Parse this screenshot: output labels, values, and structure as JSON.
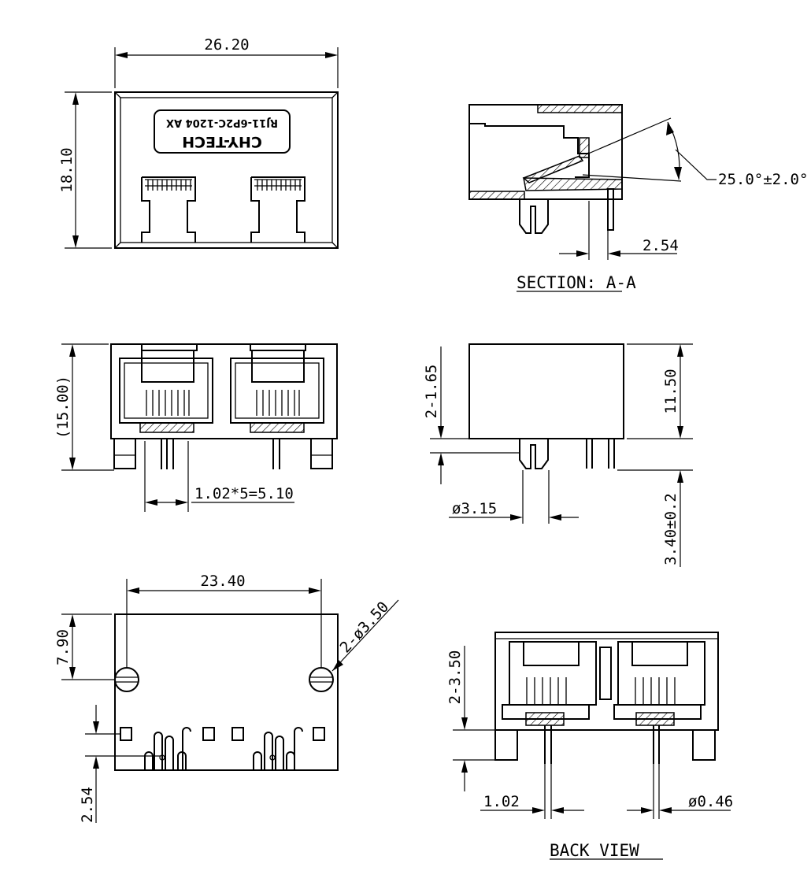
{
  "dimensions": {
    "top_width": "26.20",
    "top_height": "18.10",
    "angle": "25.0°±2.0°",
    "section_pitch": "2.54",
    "front_height": "(15.00)",
    "pin_pitch": "1.02*5=5.10",
    "side_pin_len": "2-1.65",
    "side_height": "11.50",
    "post_dia": "ø3.15",
    "pin_len": "3.40±0.2",
    "bottom_width": "23.40",
    "bottom_offset": "7.90",
    "hole_dia": "2-ø3.50",
    "bottom_pitch": "2.54",
    "back_height": "2-3.50",
    "back_pitch": "1.02",
    "back_pin_dia": "ø0.46"
  },
  "labels": {
    "section": "SECTION: A-A",
    "back_view": "BACK  VIEW",
    "logo_brand": "CHY-TECH",
    "logo_part": "RJ11-6P2C-1204 AX"
  }
}
